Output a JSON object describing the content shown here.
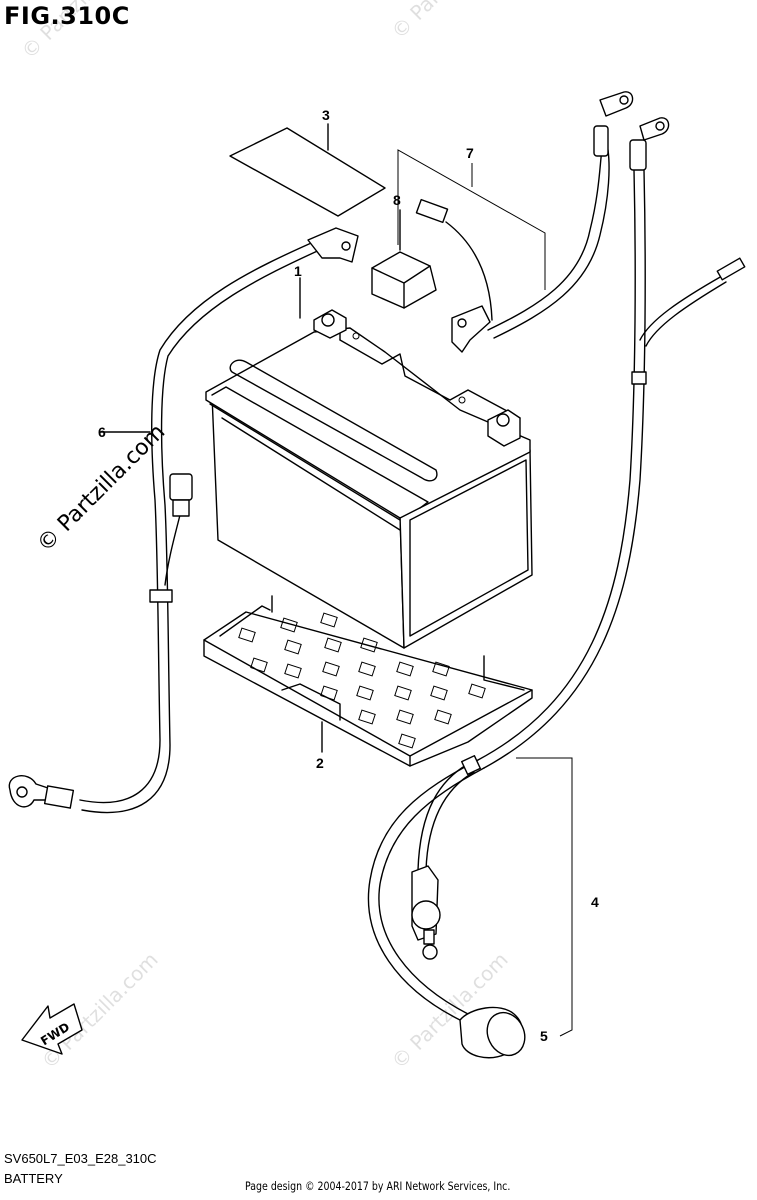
{
  "figure": {
    "title": "FIG.310C"
  },
  "callouts": [
    {
      "num": "1",
      "part": "battery"
    },
    {
      "num": "2",
      "part": "battery-tray"
    },
    {
      "num": "3",
      "part": "label"
    },
    {
      "num": "4",
      "part": "cable-assembly"
    },
    {
      "num": "5",
      "part": "terminal-cover"
    },
    {
      "num": "6",
      "part": "negative-cable"
    },
    {
      "num": "7",
      "part": "positive-cable"
    },
    {
      "num": "8",
      "part": "connector-cap"
    }
  ],
  "fwd_arrow": {
    "label": "FWD"
  },
  "watermark": {
    "text": "© Partzilla.com"
  },
  "footer": {
    "model_code": "SV650L7_E03_E28_310C",
    "section_name": "BATTERY",
    "credit": "Page design © 2004-2017 by ARI Network Services, Inc."
  }
}
